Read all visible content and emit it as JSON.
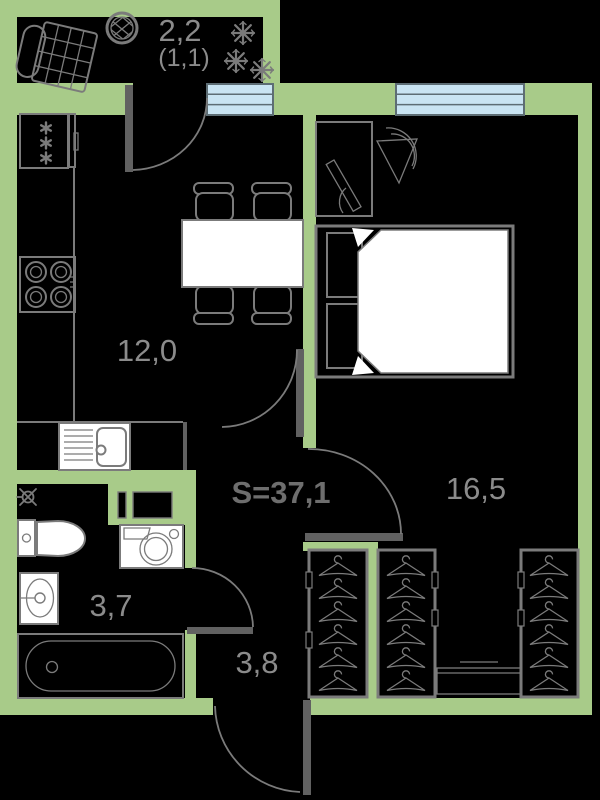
{
  "plan": {
    "type": "apartment-floor-plan",
    "labels": {
      "total_area": "S=37,1",
      "balcony_area": "2,2",
      "balcony_area_reduced": "(1,1)",
      "kitchen_area": "12,0",
      "bedroom_area": "16,5",
      "bathroom_area": "3,7",
      "hallway_area": "3,8"
    },
    "icons": [
      "snowflake-icon",
      "hanger-icon",
      "burner-icon",
      "valve-icon",
      "tv-icon",
      "plant-icon"
    ],
    "colors": {
      "background": "#000000",
      "wall": "#a8cb89",
      "window_glass": "#c9e4f2",
      "window_frame": "#5d6d74",
      "outline": "#7b7b7b",
      "door": "#616161",
      "furniture_fill": "#ffffff",
      "label_text": "#8b8b8b",
      "total_text": "#6e6e6e"
    }
  }
}
